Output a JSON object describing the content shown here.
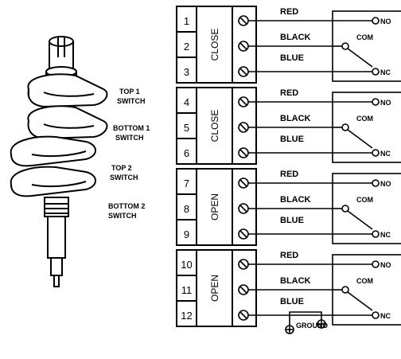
{
  "cam_labels": [
    [
      "TOP 1",
      "SWITCH"
    ],
    [
      "BOTTOM 1",
      "SWITCH"
    ],
    [
      "TOP 2",
      "SWITCH"
    ],
    [
      "BOTTOM 2",
      "SWITCH"
    ]
  ],
  "terminals": [
    "1",
    "2",
    "3",
    "4",
    "5",
    "6",
    "7",
    "8",
    "9",
    "10",
    "11",
    "12"
  ],
  "groups": [
    "CLOSE",
    "CLOSE",
    "OPEN",
    "OPEN"
  ],
  "wires": [
    "RED",
    "BLACK",
    "BLUE"
  ],
  "switch_labels": {
    "no": "NO",
    "com": "COM",
    "nc": "NC"
  },
  "ground_label": "GROUND"
}
